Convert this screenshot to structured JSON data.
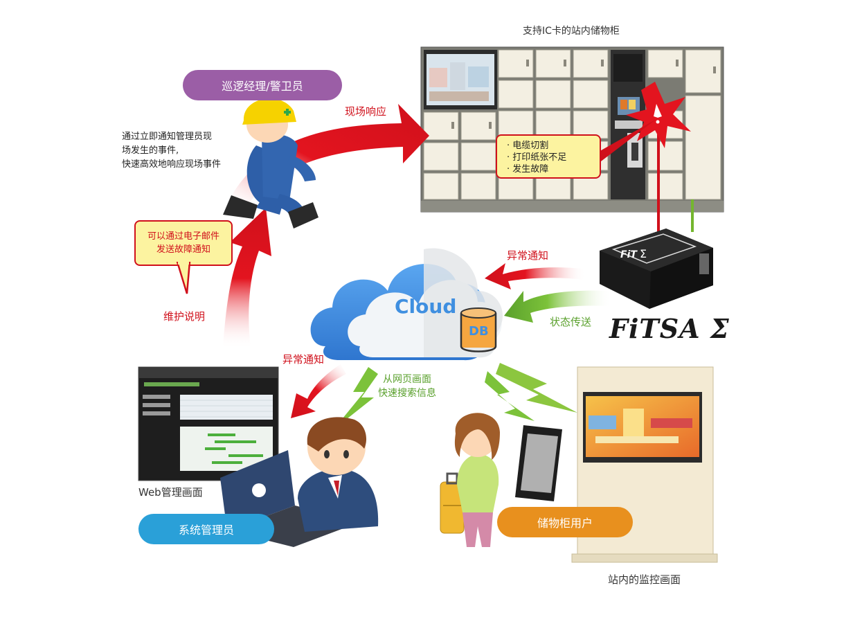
{
  "labels": {
    "locker_title": "支持IC卡的站内储物柜",
    "patrol_pill": "巡逻经理/警卫员",
    "patrol_note": [
      "通过立即通知管理员现",
      "场发生的事件,",
      "快速高效地响应现场事件"
    ],
    "onsite_response": "现场响应",
    "email_bubble": [
      "可以通过电子邮件",
      "发送故障通知"
    ],
    "maintenance": "维护说明",
    "fault_list": [
      "· 电缆切割",
      "· 打印纸张不足",
      "· 发生故障"
    ],
    "abnormal_notice_right": "异常通知",
    "status_transfer": "状态传送",
    "brand": "FiTSA Σ",
    "cloud": "Cloud",
    "db": "DB",
    "abnormal_notice_left": "异常通知",
    "web_search": [
      "从网页画面",
      "快速搜索信息"
    ],
    "web_screen": "Web管理画面",
    "admin_pill": "系统管理员",
    "user_pill": "储物柜用户",
    "monitor_caption": "站内的监控画面"
  },
  "colors": {
    "purple": "#9b5ea6",
    "blue": "#2aa0d8",
    "orange": "#e8901e",
    "red": "#d0101b",
    "green": "#74b62e",
    "cloud_blue": "#3f8fe0"
  },
  "icons": [
    "hardhat-icon",
    "cloud-icon",
    "database-icon",
    "smartphone-icon",
    "laptop-icon",
    "suitcase-icon",
    "warning-flash-icon"
  ]
}
